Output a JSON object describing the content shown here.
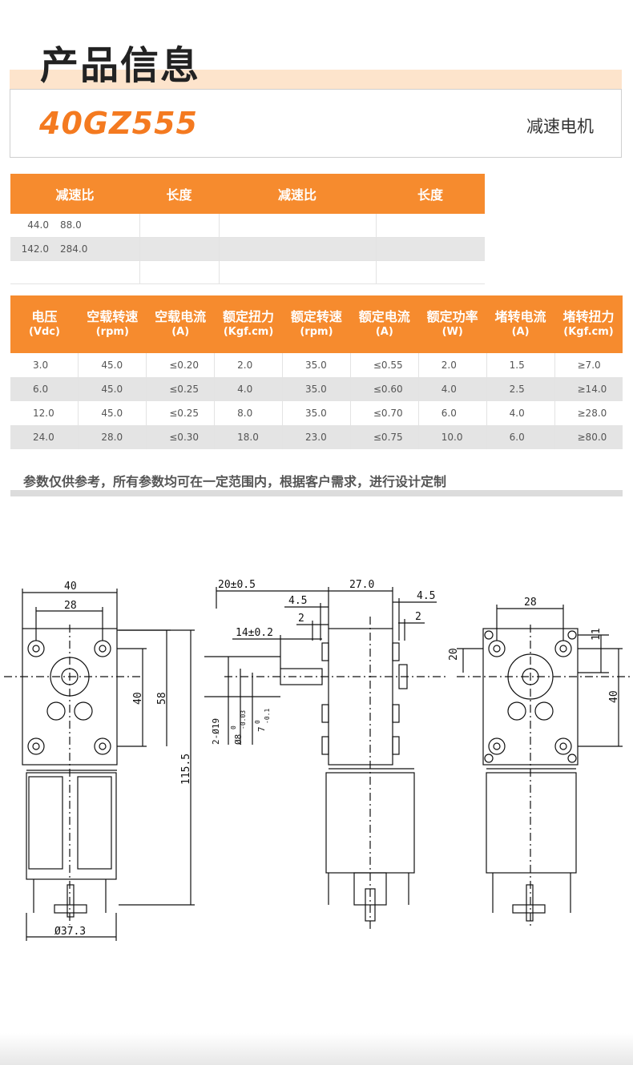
{
  "header": {
    "title": "产品信息"
  },
  "model": {
    "name": "40GZ555",
    "type": "减速电机"
  },
  "ratio_table": {
    "headers": [
      "减速比",
      "长度",
      "减速比",
      "长度"
    ],
    "rows": [
      {
        "ratio": "44.0",
        "length": "88.0"
      },
      {
        "ratio": "142.0",
        "length": "284.0"
      }
    ]
  },
  "spec_table": {
    "headers": [
      {
        "name": "电压",
        "unit": "(Vdc)"
      },
      {
        "name": "空载转速",
        "unit": "(rpm)"
      },
      {
        "name": "空载电流",
        "unit": "(A)"
      },
      {
        "name": "额定扭力",
        "unit": "(Kgf.cm)"
      },
      {
        "name": "额定转速",
        "unit": "(rpm)"
      },
      {
        "name": "额定电流",
        "unit": "(A)"
      },
      {
        "name": "额定功率",
        "unit": "(W)"
      },
      {
        "name": "堵转电流",
        "unit": "(A)"
      },
      {
        "name": "堵转扭力",
        "unit": "(Kgf.cm)"
      }
    ],
    "rows": [
      [
        "3.0",
        "45.0",
        "≤0.20",
        "2.0",
        "35.0",
        "≤0.55",
        "2.0",
        "1.5",
        "≥7.0"
      ],
      [
        "6.0",
        "45.0",
        "≤0.25",
        "4.0",
        "35.0",
        "≤0.60",
        "4.0",
        "2.5",
        "≥14.0"
      ],
      [
        "12.0",
        "45.0",
        "≤0.25",
        "8.0",
        "35.0",
        "≤0.70",
        "6.0",
        "4.0",
        "≥28.0"
      ],
      [
        "24.0",
        "28.0",
        "≤0.30",
        "18.0",
        "23.0",
        "≤0.75",
        "10.0",
        "6.0",
        "≥80.0"
      ]
    ]
  },
  "note": "参数仅供参考，所有参数均可在一定范围内，根据客户需求，进行设计定制",
  "drawing": {
    "dims": {
      "w40": "40",
      "w28": "28",
      "h40": "40",
      "h58": "58",
      "h115": "115.5",
      "d37": "Ø37.3",
      "shaft20": "20±0.5",
      "body27": "27.0",
      "t45a": "4.5",
      "t45b": "4.5",
      "t2a": "2",
      "t2b": "2",
      "shaft14": "14±0.2",
      "hole2": "2-Ø19",
      "d8": "Ø8",
      "d8tol_u": "0",
      "d8tol_l": "-0.03",
      "d7": "7",
      "d7tol_u": "0",
      "d7tol_l": "-0.1",
      "r28": "28",
      "r20": "20",
      "r11": "11",
      "r40": "40"
    }
  },
  "colors": {
    "accent": "#f68b2e",
    "model": "#f47a20",
    "band": "#fde4cc"
  }
}
